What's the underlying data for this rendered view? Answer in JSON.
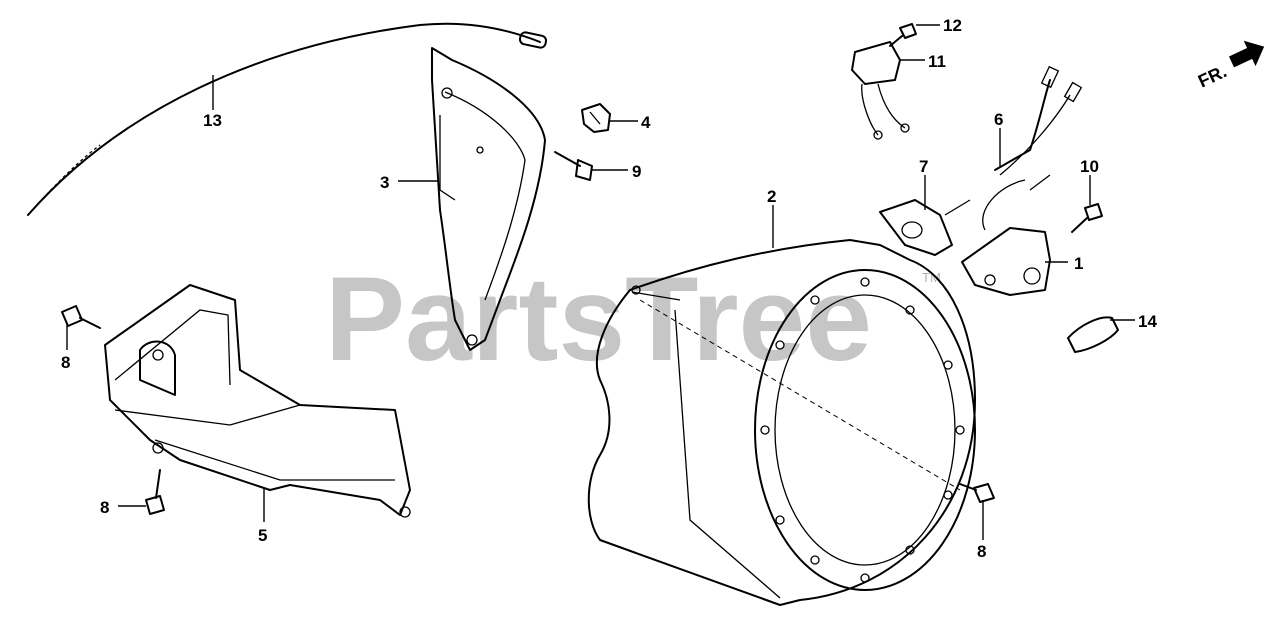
{
  "watermark": {
    "text": "PartsTree",
    "trademark": "TM"
  },
  "direction": {
    "label": "FR.",
    "icon": "front-arrow-icon"
  },
  "callouts": {
    "c1": "1",
    "c2": "2",
    "c3": "3",
    "c4": "4",
    "c5": "5",
    "c6": "6",
    "c7": "7",
    "c8a": "8",
    "c8b": "8",
    "c8c": "8",
    "c9": "9",
    "c10": "10",
    "c11": "11",
    "c12": "12",
    "c13": "13",
    "c14": "14"
  }
}
